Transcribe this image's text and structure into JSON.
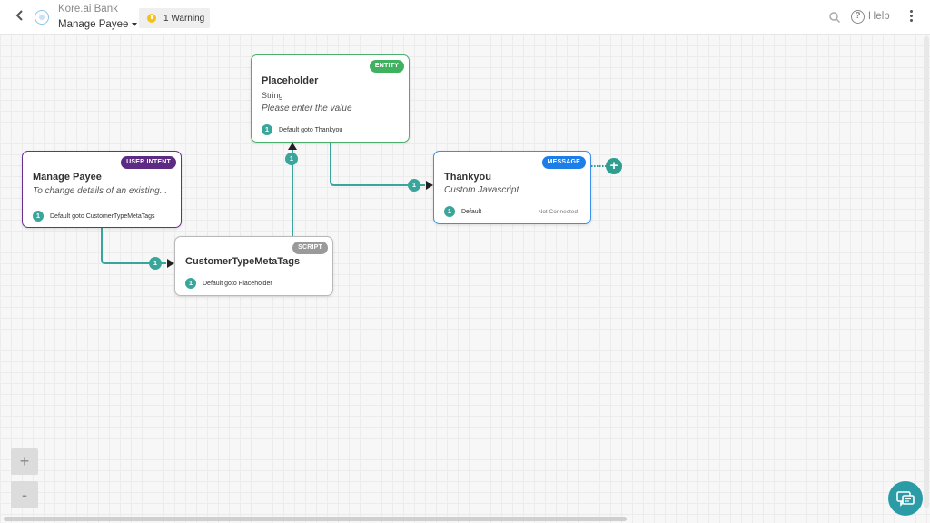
{
  "header": {
    "bot_name": "Kore.ai Bank",
    "task_name": "Manage Payee",
    "warning_label": "1 Warning",
    "help_label": "Help",
    "icons": [
      "back-arrow-icon",
      "bot-logo-icon",
      "warning-icon",
      "search-icon",
      "help-icon",
      "kebab-menu-icon"
    ]
  },
  "nodes": {
    "manage_payee": {
      "tag": "USER INTENT",
      "title": "Manage Payee",
      "subtitle": "To change details of an existing...",
      "connection_num": "1",
      "connection_label": "Default goto CustomerTypeMetaTags",
      "border_color": "#6b2e8e"
    },
    "placeholder": {
      "tag": "ENTITY",
      "title": "Placeholder",
      "type": "String",
      "prompt": "Please enter the value",
      "connection_num": "1",
      "connection_label": "Default goto Thankyou",
      "border_color": "#4cae6f"
    },
    "script": {
      "tag": "SCRIPT",
      "title": "CustomerTypeMetaTags",
      "connection_num": "1",
      "connection_label": "Default goto Placeholder",
      "border_color": "#b9b9b9"
    },
    "thankyou": {
      "tag": "MESSAGE",
      "title": "Thankyou",
      "subtitle": "Custom Javascript",
      "connection_num": "1",
      "connection_label": "Default",
      "status": "Not Connected",
      "border_color": "#3b8fe8"
    }
  },
  "line_badges": {
    "to_script": "1",
    "to_placeholder": "1",
    "to_thankyou": "1"
  },
  "canvas": {
    "add_symbol": "+",
    "zoom_in": "+",
    "zoom_out": "-"
  },
  "colors": {
    "connector": "#3aa69b",
    "user_intent": "#5d2a84",
    "entity": "#3fb15f",
    "script": "#9a9a9a",
    "message": "#1e7ee8"
  }
}
